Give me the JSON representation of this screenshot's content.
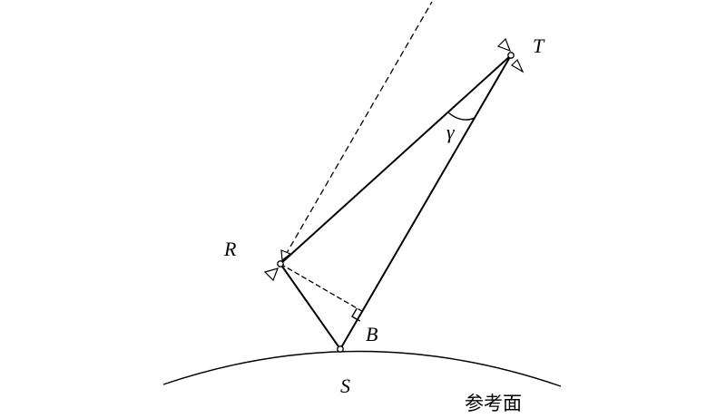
{
  "diagram": {
    "points": {
      "T": "T",
      "R": "R",
      "S": "S",
      "B": "B"
    },
    "angle_label": "γ",
    "surface_label": "参考面"
  }
}
